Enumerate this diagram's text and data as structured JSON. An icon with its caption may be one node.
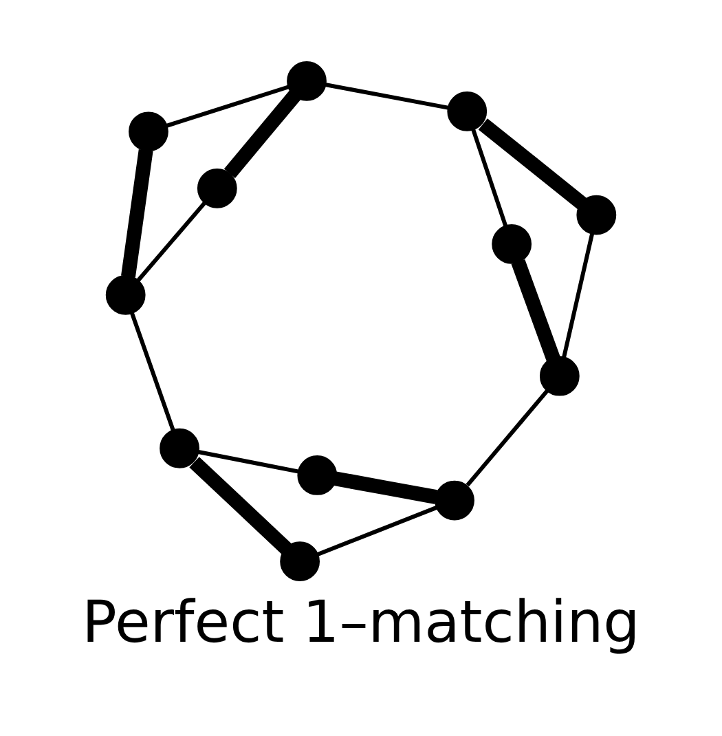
{
  "diagram": {
    "caption": "Perfect 1–matching",
    "nodes": [
      {
        "text": [],
        "shape": "circle"
      },
      {
        "text": [],
        "shape": "circle"
      },
      {
        "text": [],
        "shape": "circle"
      },
      {
        "text": [],
        "shape": "circle"
      },
      {
        "text": [],
        "shape": "circle"
      },
      {
        "text": [],
        "shape": "circle"
      },
      {
        "text": [],
        "shape": "circle"
      },
      {
        "text": [],
        "shape": "circle"
      },
      {
        "text": [],
        "shape": "circle"
      },
      {
        "text": [],
        "shape": "circle"
      },
      {
        "text": [],
        "shape": "circle"
      },
      {
        "text": [],
        "shape": "circle"
      }
    ],
    "edges": [
      {
        "from": 0,
        "to": 2,
        "arrow": "none",
        "style": "thick"
      },
      {
        "from": 1,
        "to": 3,
        "arrow": "none",
        "style": "thick"
      },
      {
        "from": 5,
        "to": 6,
        "arrow": "none",
        "style": "thick"
      },
      {
        "from": 4,
        "to": 9,
        "arrow": "none",
        "style": "thick"
      },
      {
        "from": 10,
        "to": 7,
        "arrow": "none",
        "style": "thick"
      },
      {
        "from": 8,
        "to": 11,
        "arrow": "none",
        "style": "thick"
      },
      {
        "from": 2,
        "to": 5,
        "arrow": "none"
      },
      {
        "from": 3,
        "to": 4,
        "arrow": "none"
      },
      {
        "from": 7,
        "to": 8,
        "arrow": "none"
      },
      {
        "from": 0,
        "to": 3,
        "arrow": "none"
      },
      {
        "from": 1,
        "to": 2,
        "arrow": "none"
      },
      {
        "from": 5,
        "to": 10,
        "arrow": "none"
      },
      {
        "from": 6,
        "to": 7,
        "arrow": "none"
      },
      {
        "from": 8,
        "to": 9,
        "arrow": "none"
      },
      {
        "from": 4,
        "to": 11,
        "arrow": "none"
      }
    ]
  }
}
